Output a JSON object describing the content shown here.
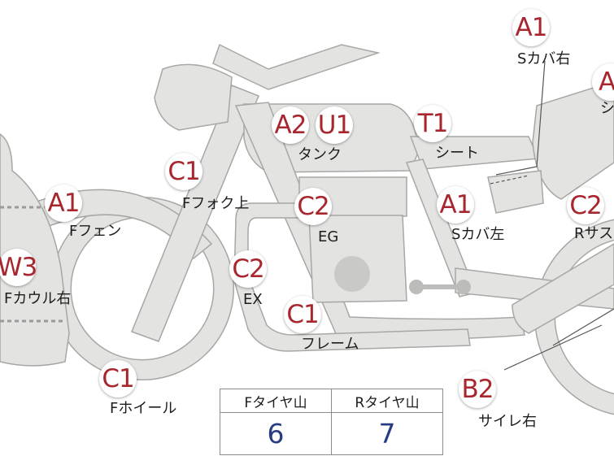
{
  "colors": {
    "part_fill": "#e3e3e1",
    "part_stroke": "#a7a7a4",
    "badge_text": "#a8262e",
    "value_text": "#283c84"
  },
  "parts": [
    {
      "id": "scover-right",
      "code": "A1",
      "label": "Sカバ右"
    },
    {
      "id": "cut-top-right",
      "code": "A",
      "label": "シ"
    },
    {
      "id": "tank-a2",
      "code": "A2",
      "label": ""
    },
    {
      "id": "tank-u1",
      "code": "U1",
      "label": "タンク"
    },
    {
      "id": "seat",
      "code": "T1",
      "label": "シート"
    },
    {
      "id": "ffork-upper",
      "code": "C1",
      "label": "Fフォク上"
    },
    {
      "id": "ffender",
      "code": "A1",
      "label": "Fフェン"
    },
    {
      "id": "engine",
      "code": "C2",
      "label": "EG"
    },
    {
      "id": "scover-left",
      "code": "A1",
      "label": "Sカバ左"
    },
    {
      "id": "rsus",
      "code": "C2",
      "label": "Rサス"
    },
    {
      "id": "fcowl-right",
      "code": "W3",
      "label": "Fカウル右"
    },
    {
      "id": "exhaust",
      "code": "C2",
      "label": "EX"
    },
    {
      "id": "frame",
      "code": "C1",
      "label": "フレーム"
    },
    {
      "id": "fwheel",
      "code": "C1",
      "label": "Fホイール"
    },
    {
      "id": "muffler-right",
      "code": "B2",
      "label": "サイレ右"
    }
  ],
  "tyre_table": {
    "headers": [
      "Fタイヤ山",
      "Rタイヤ山"
    ],
    "values": [
      "6",
      "7"
    ]
  }
}
